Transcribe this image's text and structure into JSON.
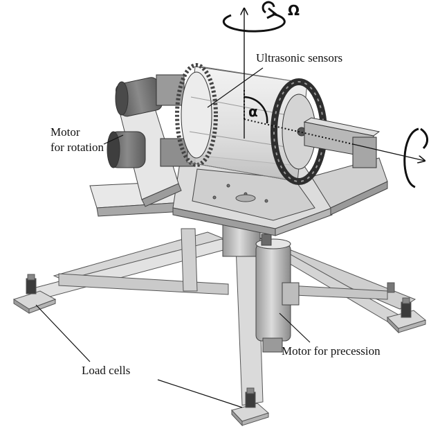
{
  "labels": {
    "ultrasonic": "Ultrasonic sensors",
    "motor_rotation_1": "Motor",
    "motor_rotation_2": "for rotation",
    "motor_precession": "Motor for precession",
    "load_cells": "Load cells",
    "omega": "Ω",
    "alpha": "α"
  },
  "colors": {
    "metal_light": "#e4e4e4",
    "metal_mid": "#c8c8c8",
    "metal_dark": "#8e8e8e",
    "motor": "#6e6e6e",
    "line": "#111111"
  }
}
